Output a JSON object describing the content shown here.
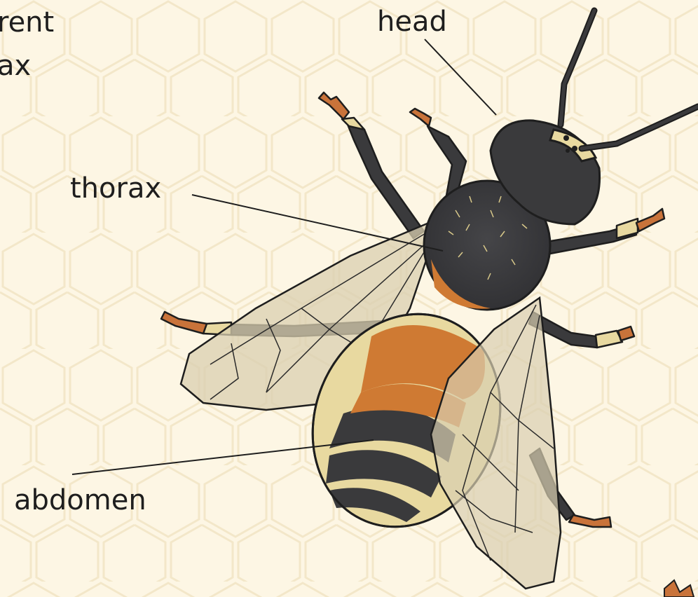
{
  "text_fragments": [
    "rent",
    "ax"
  ],
  "labels": {
    "head": "head",
    "thorax": "thorax",
    "abdomen": "abdomen"
  },
  "colors": {
    "background": "#fdf6e4",
    "honeycomb": "#f6ecd3",
    "body_dark": "#3a3a3c",
    "fur_light": "#e8d9a0",
    "orange": "#cf7a33",
    "leg_tip": "#c9733a",
    "wing_fill": "#d9cfb0",
    "leader_line": "#1e1e1e"
  }
}
